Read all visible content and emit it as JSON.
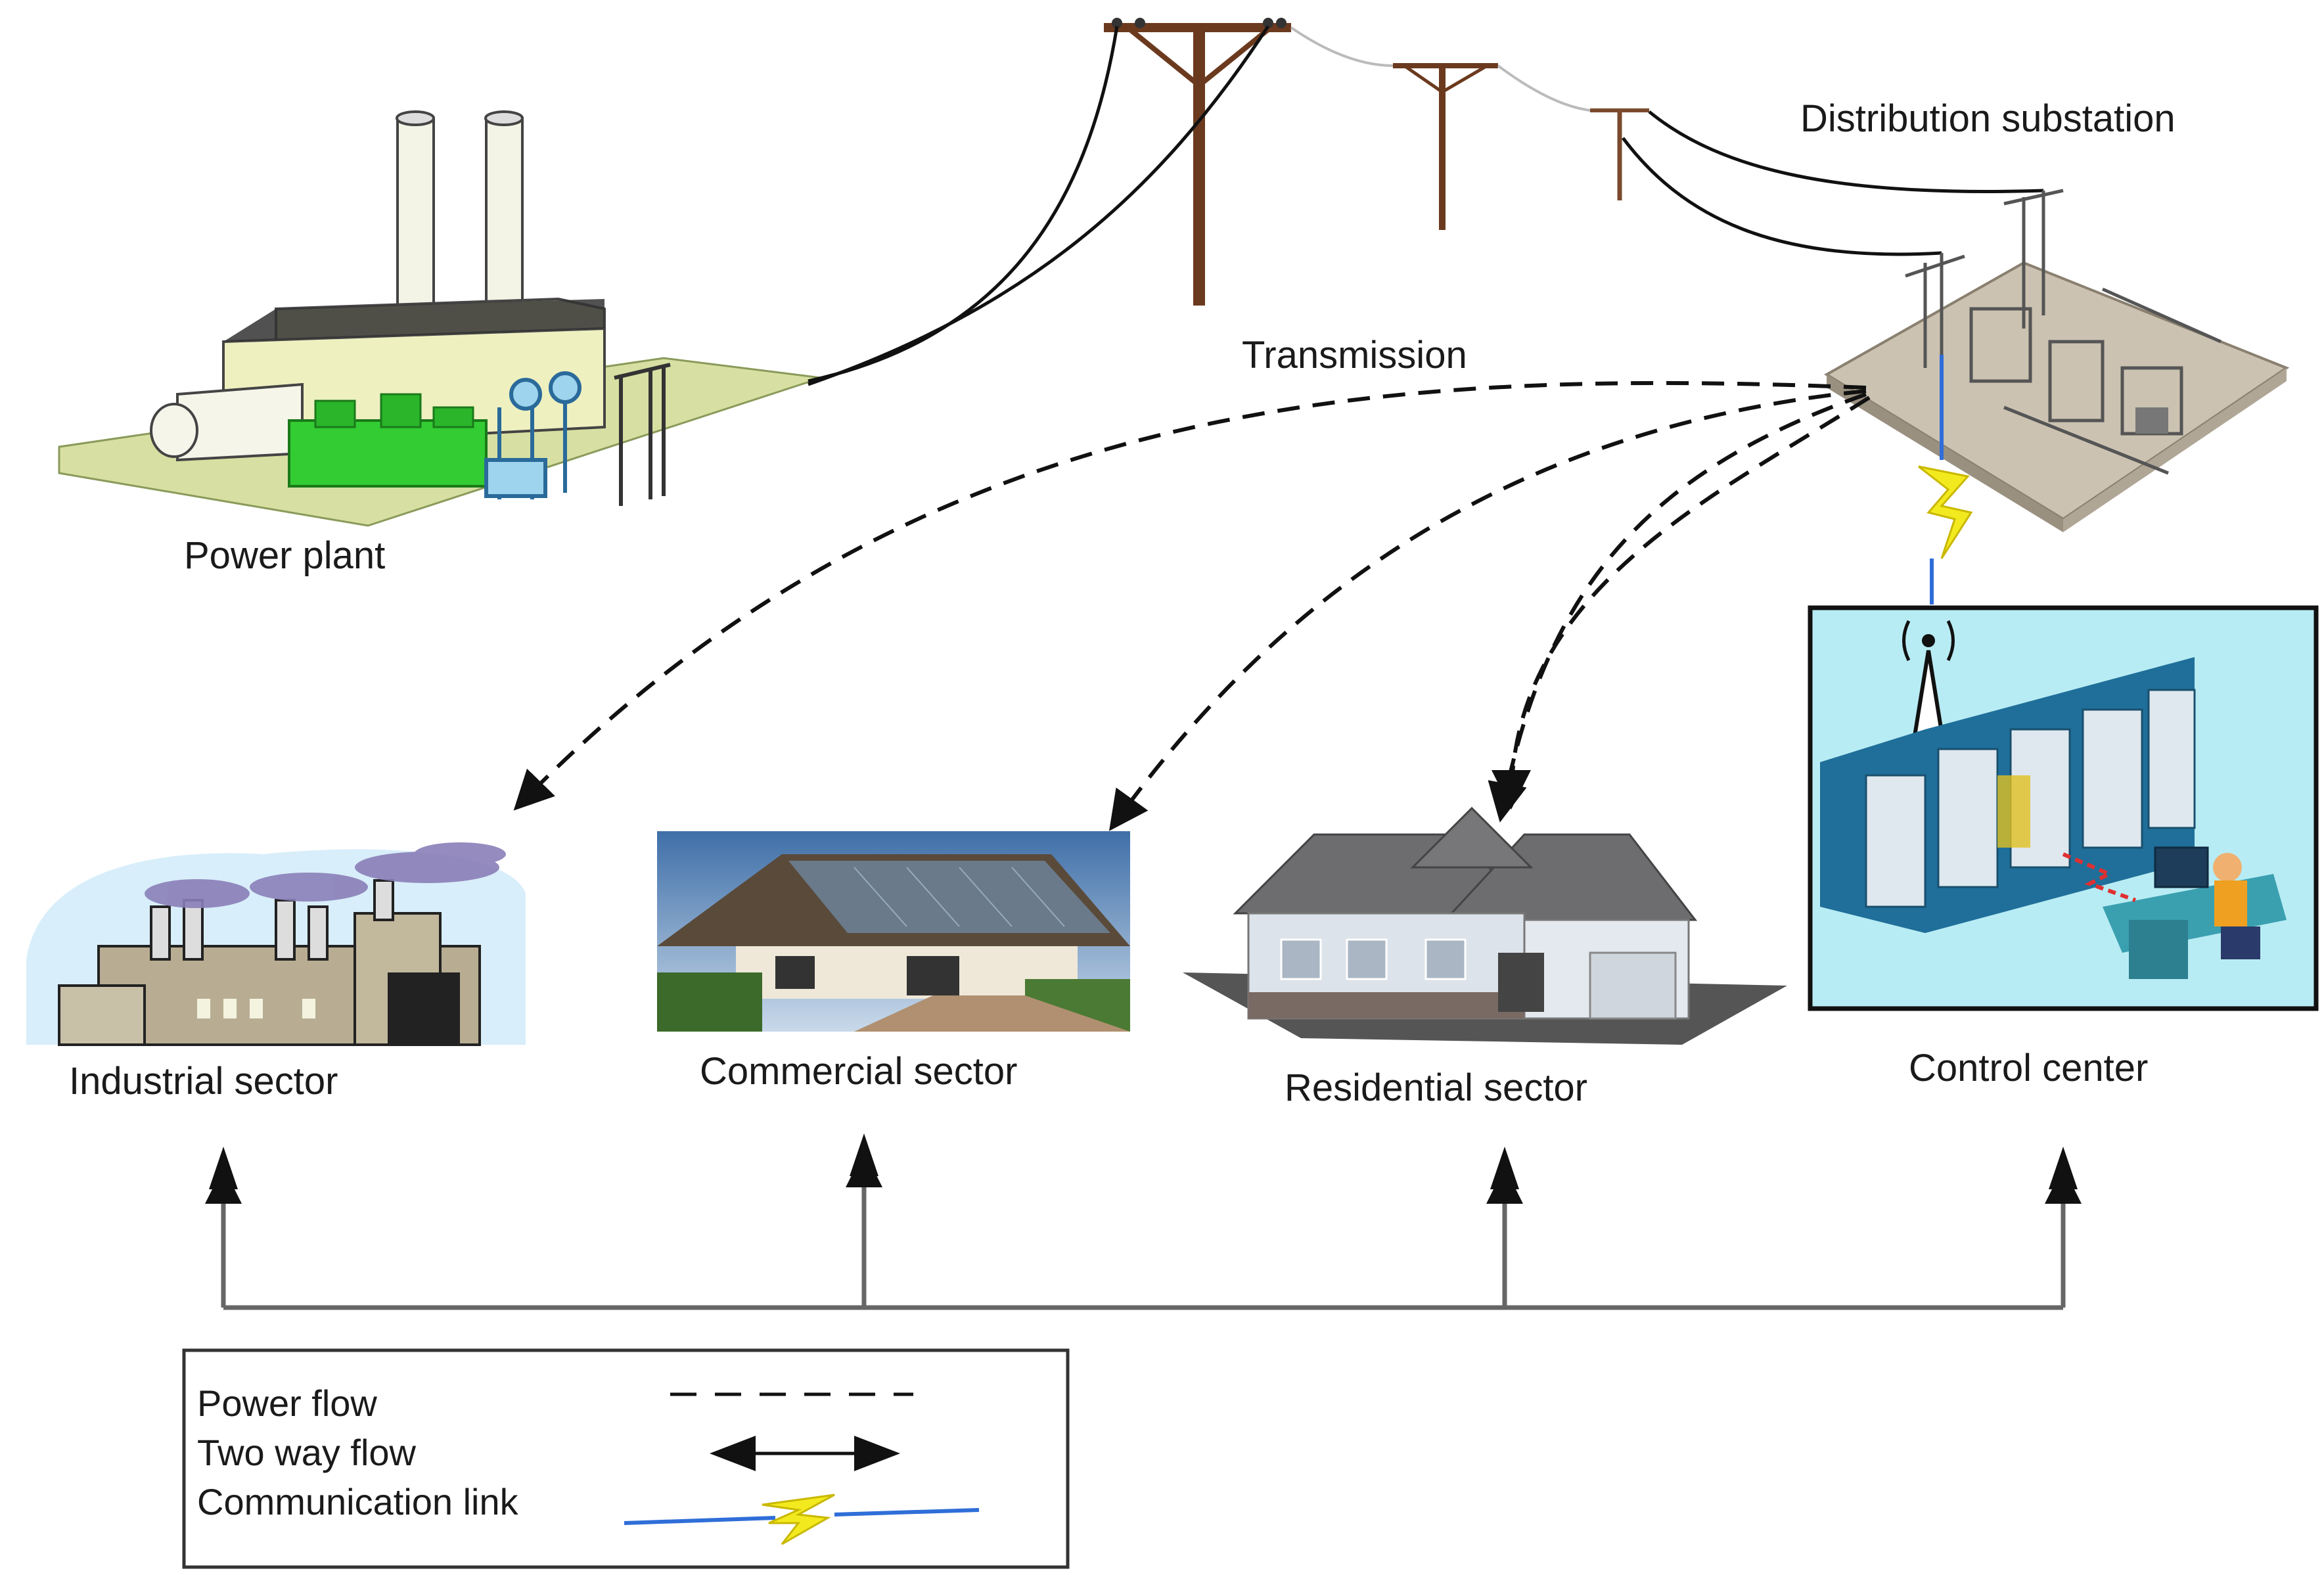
{
  "labels": {
    "power_plant": "Power plant",
    "transmission": "Transmission",
    "distribution_substation": "Distribution substation",
    "industrial_sector": "Industrial sector",
    "commercial_sector": "Commercial sector",
    "residential_sector": "Residential sector",
    "control_center": "Control center"
  },
  "legend": {
    "power_flow": "Power flow",
    "two_way_flow": "Two way flow",
    "communication_link": "Communication link"
  },
  "colors": {
    "wire": "#111111",
    "bus_line": "#666666",
    "lightning": "#f2ea1e",
    "link_line": "#2f6ed8",
    "control_bg": "#b8ecf4",
    "plant_green": "#33cc33"
  }
}
